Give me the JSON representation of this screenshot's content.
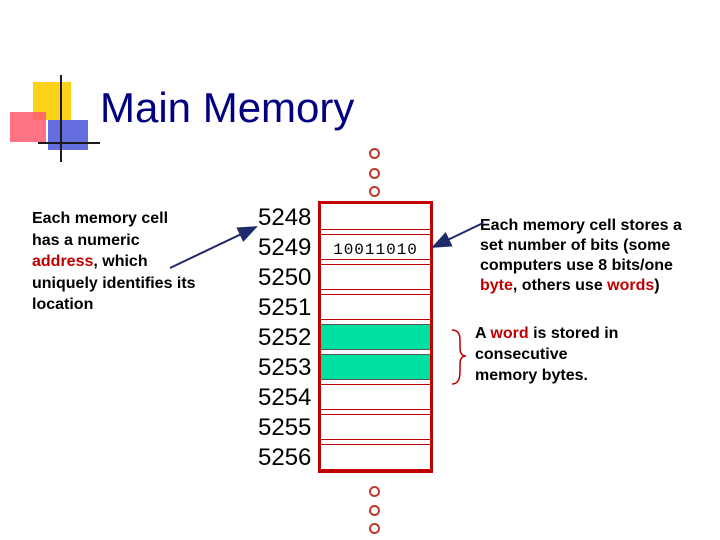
{
  "slide": {
    "title": "Main Memory",
    "left_note": {
      "line1": "Each memory cell",
      "line2": "has a numeric",
      "line3_highlight": "address",
      "line3_rest": ", which",
      "line4": "uniquely identifies its",
      "line5": "location"
    },
    "right_note": {
      "line1": "Each memory cell stores a",
      "line2": "set number of bits (some",
      "line3": "computers use 8 bits/one",
      "line4_highlight1": "byte",
      "line4_mid": ", others use ",
      "line4_highlight2": "words",
      "line4_end": ")"
    },
    "word_note": {
      "line1_start": "A ",
      "line1_highlight": "word",
      "line1_end": " is stored in",
      "line2": "consecutive",
      "line3": "memory bytes."
    },
    "addresses": [
      "5248",
      "5249",
      "5250",
      "5251",
      "5252",
      "5253",
      "5254",
      "5255",
      "5256"
    ],
    "cells": [
      "",
      "10011010",
      "",
      "",
      "",
      "",
      "",
      "",
      ""
    ],
    "highlighted_cells": [
      4,
      5
    ],
    "colors": {
      "title": "#000080",
      "highlight_text": "#c00000",
      "cell_border": "#c00000",
      "cell_highlight": "#00e0a0",
      "ellipsis_dot": "#c0392b",
      "arrow": "#1f2a6b"
    },
    "icons": [
      "slide-logo-icon",
      "ellipsis-icon",
      "arrow-icon",
      "brace-icon"
    ]
  }
}
